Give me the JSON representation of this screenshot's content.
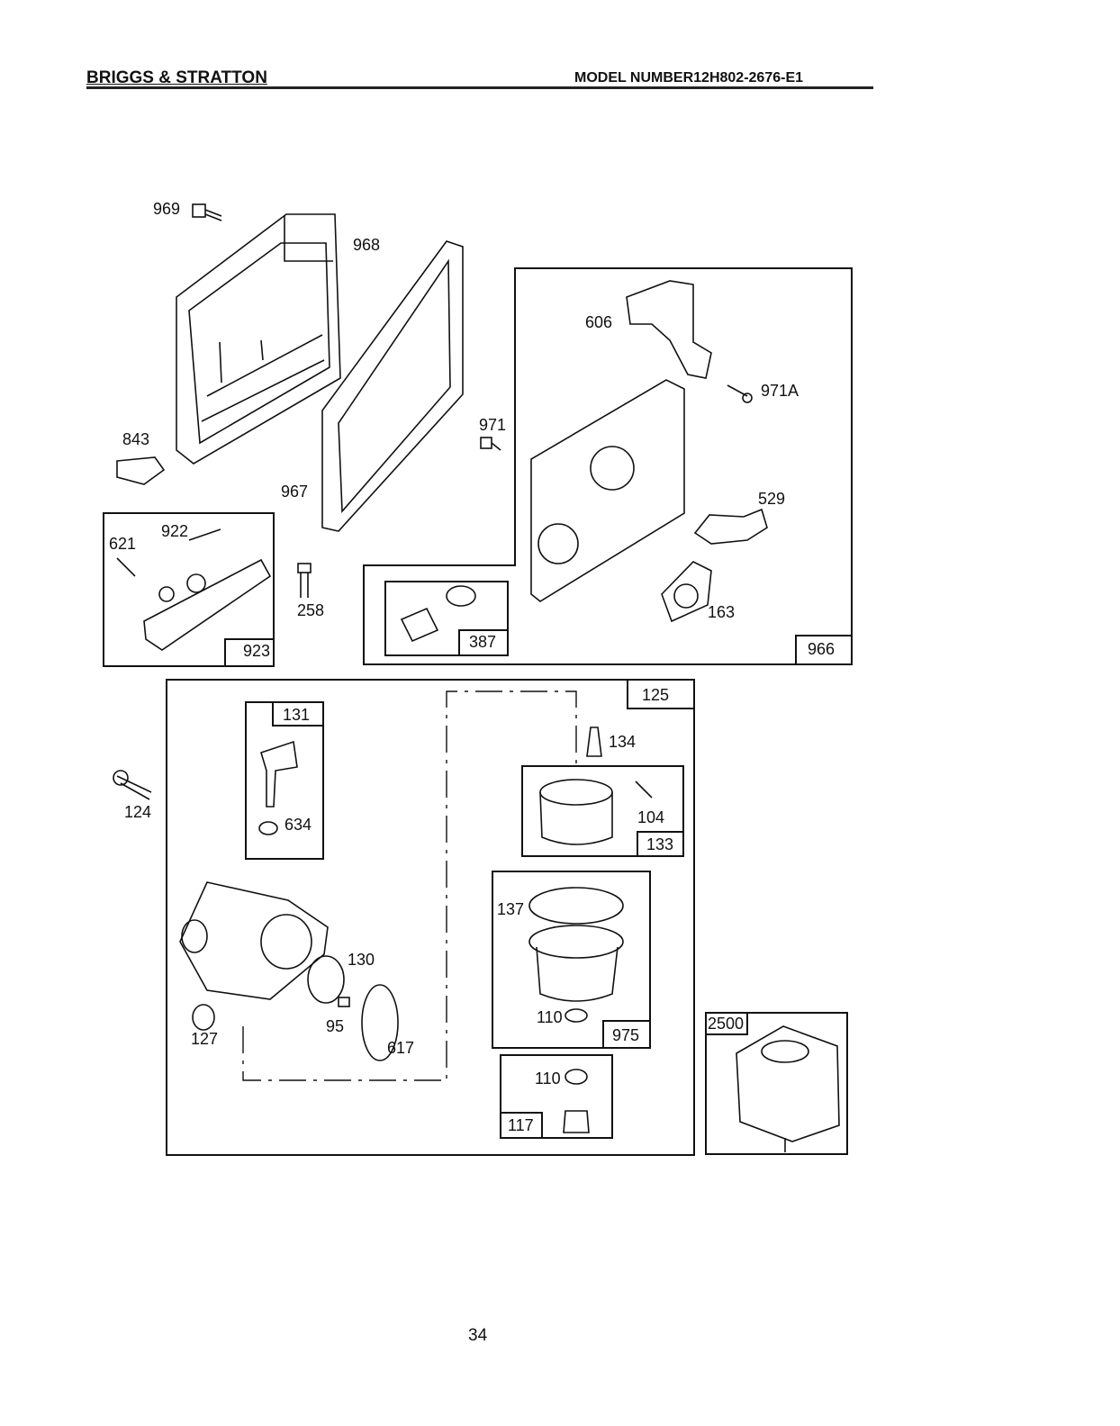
{
  "header": {
    "brand": "BRIGGS & STRATTON",
    "model_number": "MODEL NUMBER12H802-2676-E1"
  },
  "page_number": "34",
  "callouts": {
    "p969": "969",
    "p968": "968",
    "p843": "843",
    "p967": "967",
    "p922": "922",
    "p621": "621",
    "p258": "258",
    "p606": "606",
    "p971a": "971A",
    "p971": "971",
    "p529": "529",
    "p163": "163",
    "p134": "134",
    "p104": "104",
    "p124": "124",
    "p634": "634",
    "p130": "130",
    "p137": "137",
    "p127": "127",
    "p95": "95",
    "p617": "617",
    "p110a": "110",
    "p110b": "110"
  },
  "kits": {
    "k923": "923",
    "k387": "387",
    "k966": "966",
    "k125": "125",
    "k131": "131",
    "k133": "133",
    "k975": "975",
    "k117": "117",
    "k2500": "2500"
  }
}
